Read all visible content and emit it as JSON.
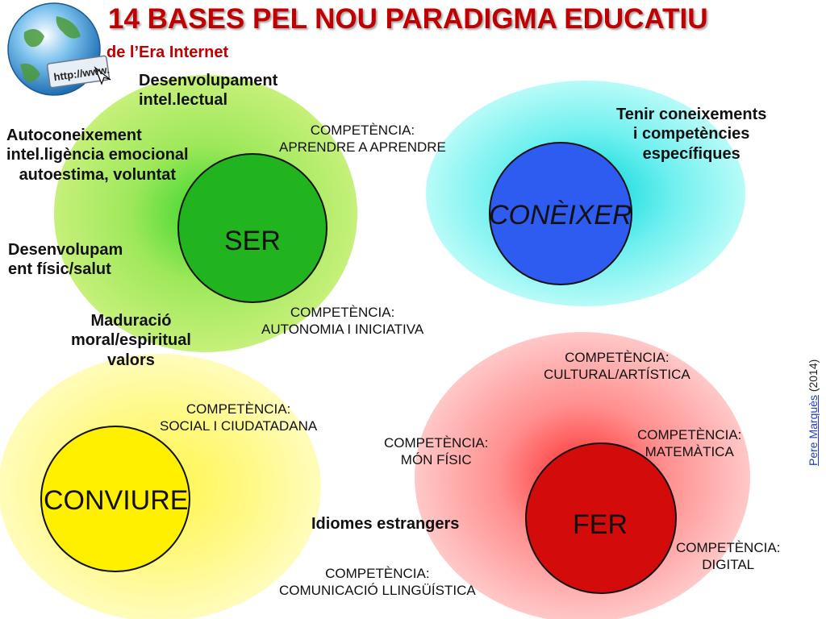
{
  "title": "14 BASES PEL NOU PARADIGMA EDUCATIU",
  "subtitle": "de l’Era Internet",
  "globe": {
    "url_text": "http://www.",
    "icon": "globe-icon"
  },
  "colors": {
    "title": "#c00000",
    "ser": "#22b41e",
    "coneixer": "#2f5cf0",
    "conviure": "#fff000",
    "fer": "#d40b0b"
  },
  "circles": {
    "ser": "SER",
    "coneixer": "CONÈIXER",
    "conviure": "CONVIURE",
    "fer": "FER"
  },
  "labels": {
    "intellectual": [
      "Desenvolupament",
      "intel.lectual"
    ],
    "autoconeixement": [
      "Autoconeixement",
      "intel.ligència emocional",
      "autoestima, voluntat"
    ],
    "fisic": [
      "Desenvolupam",
      "ent físic/salut"
    ],
    "maduracio": [
      "Maduració",
      "moral/espiritual",
      "valors"
    ],
    "coneixements": [
      "Tenir coneixements",
      "i competències",
      "específiques"
    ],
    "idiomes": "Idiomes estrangers"
  },
  "competencies": {
    "aprendre": [
      "COMPETÈNCIA:",
      "APRENDRE A APRENDRE"
    ],
    "autonomia": [
      "COMPETÈNCIA:",
      "AUTONOMIA I INICIATIVA"
    ],
    "cultural": [
      "COMPETÈNCIA:",
      "CULTURAL/ARTÍSTICA"
    ],
    "social": [
      "COMPETÈNCIA:",
      "SOCIAL I CIUDATADANA"
    ],
    "mon_fisic": [
      "COMPETÈNCIA:",
      "MÓN FÍSIC"
    ],
    "matematica": [
      "COMPETÈNCIA:",
      "MATEMÀTICA"
    ],
    "digital": [
      "COMPETÈNCIA:",
      "DIGITAL"
    ],
    "comunicacio": [
      "COMPETÈNCIA:",
      "COMUNICACIÓ LLINGÜÍSTICA"
    ]
  },
  "credit": {
    "author": "Pere Marquès",
    "year": "(2014)"
  }
}
